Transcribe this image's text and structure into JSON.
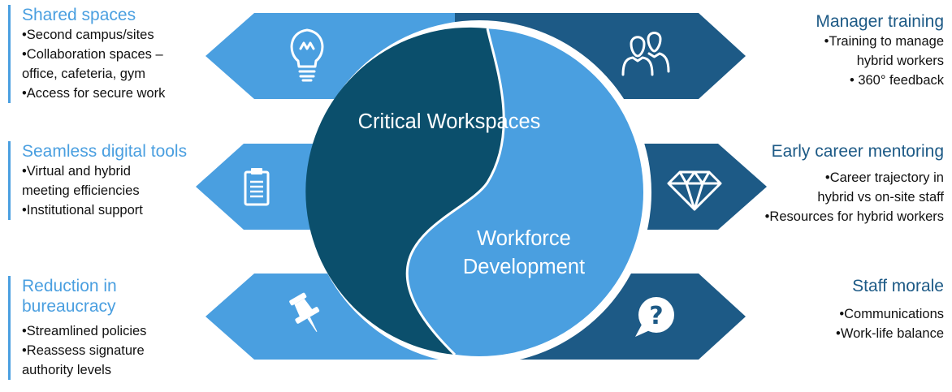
{
  "center": {
    "top_label": "Critical Workspaces",
    "bottom_label_line1": "Workforce",
    "bottom_label_line2": "Development"
  },
  "left_blocks": [
    {
      "title": "Shared spaces",
      "icon": "lightbulb-icon",
      "bullets": [
        "Second campus/sites",
        "Collaboration spaces –",
        "office, cafeteria, gym",
        "Access for secure work"
      ],
      "bullet_flags": [
        true,
        true,
        false,
        true
      ]
    },
    {
      "title": "Seamless digital tools",
      "icon": "clipboard-icon",
      "bullets": [
        "Virtual and hybrid",
        "meeting efficiencies",
        "Institutional support"
      ],
      "bullet_flags": [
        true,
        false,
        true
      ]
    },
    {
      "title_line1": "Reduction in",
      "title_line2": "bureaucracy",
      "icon": "pushpin-icon",
      "bullets": [
        "Streamlined policies",
        "Reassess signature",
        "authority levels"
      ],
      "bullet_flags": [
        true,
        true,
        false
      ]
    }
  ],
  "right_blocks": [
    {
      "title": "Manager training",
      "icon": "people-icon",
      "bullets": [
        "Training to manage",
        "hybrid workers",
        " 360° feedback"
      ],
      "bullet_flags": [
        true,
        false,
        true
      ]
    },
    {
      "title": "Early career mentoring",
      "icon": "diamond-icon",
      "bullets": [
        "Career trajectory in",
        "hybrid vs on-site staff",
        "Resources for hybrid workers"
      ],
      "bullet_flags": [
        true,
        false,
        true
      ]
    },
    {
      "title": "Staff morale",
      "icon": "question-bubble-icon",
      "bullets": [
        "Communications",
        "Work-life balance"
      ],
      "bullet_flags": [
        true,
        true
      ]
    }
  ],
  "colors": {
    "light_blue": "#4a9fe0",
    "dark_navy": "#1d5a86",
    "circle_dark": "#0b4f6c",
    "circle_light": "#4a9fe0",
    "white": "#ffffff"
  }
}
